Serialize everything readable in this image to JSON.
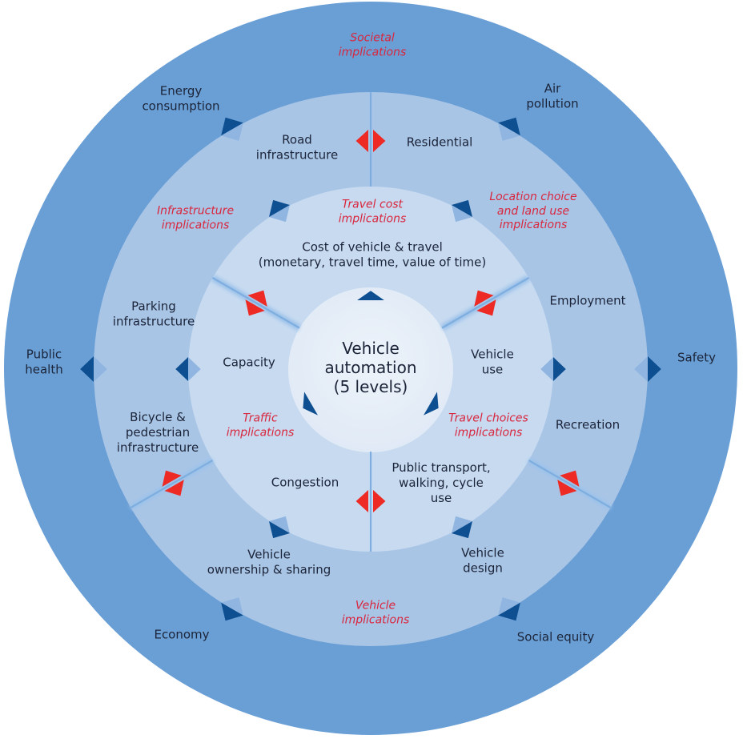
{
  "colors": {
    "outer_ring": "#6a9fd6",
    "middle_ring": "#a9c5e6",
    "inner_ring": "#c7daf0",
    "core": "#e6eef7",
    "divider": "#7eaedf",
    "marker_dark": "#0d4f91",
    "marker_light": "#8fb5e0",
    "marker_red": "#ee2a24",
    "node_text": "#1b2438",
    "implication_text": "#d9263d"
  },
  "center": {
    "lines": [
      "Vehicle",
      "automation",
      "(5 levels)"
    ]
  },
  "inner_ring": {
    "nodes": [
      {
        "id": "cost",
        "lines": [
          "Cost of vehicle & travel",
          "(monetary, travel time, value of time)"
        ]
      },
      {
        "id": "capacity",
        "lines": [
          "Capacity"
        ]
      },
      {
        "id": "vehicle-use",
        "lines": [
          "Vehicle",
          "use"
        ]
      },
      {
        "id": "congestion",
        "lines": [
          "Congestion"
        ]
      },
      {
        "id": "public-transport",
        "lines": [
          "Public transport,",
          "walking, cycle",
          "use"
        ]
      }
    ],
    "implications": [
      {
        "id": "travel-cost",
        "lines": [
          "Travel cost",
          "implications"
        ]
      },
      {
        "id": "traffic",
        "lines": [
          "Traffic",
          "implications"
        ]
      },
      {
        "id": "travel-choices",
        "lines": [
          "Travel choices",
          "implications"
        ]
      }
    ]
  },
  "middle_ring": {
    "nodes": [
      {
        "id": "road-infrastructure",
        "lines": [
          "Road",
          "infrastructure"
        ]
      },
      {
        "id": "residential",
        "lines": [
          "Residential"
        ]
      },
      {
        "id": "parking-infrastructure",
        "lines": [
          "Parking",
          "infrastructure"
        ]
      },
      {
        "id": "employment",
        "lines": [
          "Employment"
        ]
      },
      {
        "id": "bicycle-pedestrian-infrastructure",
        "lines": [
          "Bicycle &",
          "pedestrian",
          "infrastructure"
        ]
      },
      {
        "id": "recreation",
        "lines": [
          "Recreation"
        ]
      },
      {
        "id": "vehicle-ownership-sharing",
        "lines": [
          "Vehicle",
          "ownership & sharing"
        ]
      },
      {
        "id": "vehicle-design",
        "lines": [
          "Vehicle",
          "design"
        ]
      }
    ],
    "implications": [
      {
        "id": "infrastructure",
        "lines": [
          "Infrastructure",
          "implications"
        ]
      },
      {
        "id": "location-choice",
        "lines": [
          "Location choice",
          "and land use",
          "implications"
        ]
      },
      {
        "id": "vehicle",
        "lines": [
          "Vehicle",
          "implications"
        ]
      }
    ]
  },
  "outer_ring": {
    "nodes": [
      {
        "id": "energy-consumption",
        "lines": [
          "Energy",
          "consumption"
        ]
      },
      {
        "id": "air-pollution",
        "lines": [
          "Air",
          "pollution"
        ]
      },
      {
        "id": "public-health",
        "lines": [
          "Public",
          "health"
        ]
      },
      {
        "id": "safety",
        "lines": [
          "Safety"
        ]
      },
      {
        "id": "economy",
        "lines": [
          "Economy"
        ]
      },
      {
        "id": "social-equity",
        "lines": [
          "Social equity"
        ]
      }
    ],
    "implications": [
      {
        "id": "societal",
        "lines": [
          "Societal",
          "implications"
        ]
      }
    ]
  }
}
